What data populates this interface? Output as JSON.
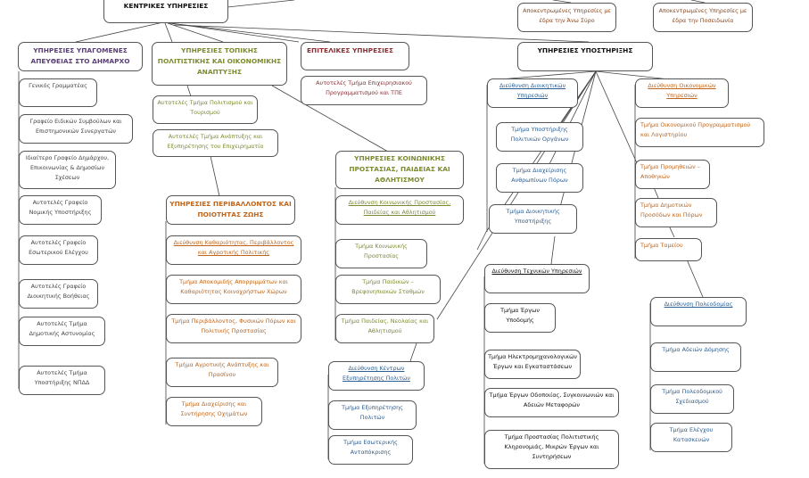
{
  "colors": {
    "border": "#555555",
    "line": "#444444",
    "purple": "#5a3e78",
    "olive": "#7d8a30",
    "maroon": "#8a2f35",
    "orange": "#c0651a",
    "brown": "#8a4a22",
    "blue": "#2e5e90",
    "black": "#111111"
  },
  "root": {
    "label": "ΚΕΝΤΡΙΚΕΣ ΥΠΗΡΕΣΙΕΣ"
  },
  "decentralized": [
    {
      "label": "Αποκεντρωμένες Υπηρεσίες με έδρα την Άνω Σύρο"
    },
    {
      "label": "Αποκεντρωμένες Υπηρεσίες με έδρα την Ποσειδωνία"
    }
  ],
  "mayor": {
    "header": "ΥΠΗΡΕΣΙΕΣ ΥΠΑΓΟΜΕΝΕΣ ΑΠΕΥΘΕΙΑΣ ΣΤΟ ΔΗΜΑΡΧΟ",
    "items": [
      "Γενικός Γραμματέας",
      "Γραφείο Ειδικών Συμβούλων και Επιστημονικών Συνεργατών",
      "Ιδιαίτερο Γραφείο Δημάρχου, Επικοινωνίας & Δημοσίων Σχέσεων",
      "Αυτοτελές Γραφείο Νομικής Υποστήριξης",
      "Αυτοτελές Γραφείο Εσωτερικού Ελέγχου",
      "Αυτοτελές Γραφείο Διοικητικής Βοήθειας",
      "Αυτοτελές Τμήμα Δημοτικής Αστυνομίας",
      "Αυτοτελές Τμήμα Υποστήριξης ΝΠΔΔ"
    ]
  },
  "culture": {
    "header": "ΥΠΗΡΕΣΙΕΣ ΤΟΠΙΚΗΣ ΠΟΛΙΤΙΣΤΙΚΗΣ ΚΑΙ ΟΙΚΟΝΟΜΙΚΗΣ ΑΝΑΠΤΥΞΗΣ",
    "items": [
      "Αυτοτελές Τμήμα Πολιτισμού και Τουρισμού",
      "Αυτοτελές Τμήμα Ανάπτυξης και Εξυπηρέτησης του Επιχειρηματία"
    ]
  },
  "staff": {
    "header": "ΕΠΙΤΕΛΙΚΕΣ ΥΠΗΡΕΣΙΕΣ",
    "items": [
      "Αυτοτελές Τμήμα Επιχειρησιακού Προγραμματισμού και ΤΠΕ"
    ]
  },
  "environment": {
    "header": "ΥΠΗΡΕΣΙΕΣ ΠΕΡΙΒΑΛΛΟΝΤΟΣ ΚΑΙ ΠΟΙΟΤΗΤΑΣ ΖΩΗΣ",
    "directorate": "Διεύθυνση Καθαριότητας, Περιβάλλοντος και Αγροτικής Πολιτικής",
    "items": [
      "Τμήμα Αποκομιδής Απορριμμάτων και Καθαριότητας Κοινοχρήστων Χώρων",
      "Τμήμα Περιβάλλοντος, Φυσικών Πόρων και Πολιτικής Προστασίας",
      "Τμήμα Αγροτικής Ανάπτυξης και Πρασίνου",
      "Τμήμα Διαχείρισης και Συντήρησης Οχημάτων"
    ]
  },
  "social": {
    "header": "ΥΠΗΡΕΣΙΕΣ ΚΟΙΝΩΝΙΚΗΣ ΠΡΟΣΤΑΣΙΑΣ, ΠΑΙΔΕΙΑΣ ΚΑΙ ΑΘΛΗΤΙΣΜΟΥ",
    "directorate": "Διεύθυνση Κοινωνικής Προστασίας, Παιδείας και Αθλητισμού",
    "items": [
      "Τμήμα Κοινωνικής Προστασίας",
      "Τμήμα Παιδικών – Βρεφονηπιακών Σταθμών",
      "Τμήμα Παιδείας, Νεολαίας και Αθλητισμού"
    ]
  },
  "citizens": {
    "directorate": "Διεύθυνση Κέντρων Εξυπηρέτησης Πολιτών",
    "items": [
      "Τμήμα Εξυπηρέτησης Πολιτών",
      "Τμήμα Εσωτερικής Ανταπόκρισης"
    ]
  },
  "support": {
    "header": "ΥΠΗΡΕΣΙΕΣ ΥΠΟΣΤΗΡΙΞΗΣ",
    "admin": {
      "directorate": "Διεύθυνση Διοικητικών Υπηρεσιών",
      "items": [
        "Τμήμα Υποστήριξης Πολιτικών Οργάνων",
        "Τμήμα Διαχείρισης Ανθρωπίνων Πόρων",
        "Τμήμα Διοικητικής Υποστήριξης"
      ]
    },
    "finance": {
      "directorate": "Διεύθυνση Οικονομικών Υπηρεσιών",
      "items": [
        "Τμήμα Οικονομικού Προγραμματισμού και Λογιστηρίου",
        "Τμήμα Προμηθειών – Αποθηκών",
        "Τμήμα Δημοτικών Προσόδων και Πόρων",
        "Τμήμα Ταμείου"
      ]
    },
    "technical": {
      "directorate": "Διεύθυνση Τεχνικών Υπηρεσιών",
      "items": [
        "Τμήμα Έργων Υποδομής",
        "Τμήμα Ηλεκτρομηχανολογικών Έργων και Εγκαταστάσεων",
        "Τμήμα Έργων Οδοποιίας, Συγκοινωνιών και Αδειών Μεταφορών",
        "Τμήμα Προστασίας Πολιτιστικής Κληρονομιάς, Μικρών Έργων και Συντηρήσεων"
      ]
    },
    "urban": {
      "directorate": "Διεύθυνση Πολεοδομίας",
      "items": [
        "Τμήμα Αδειών Δόμησης",
        "Τμήμα Πολεοδομικού Σχεδιασμού",
        "Τμήμα Ελέγχου Κατασκευών"
      ]
    }
  }
}
